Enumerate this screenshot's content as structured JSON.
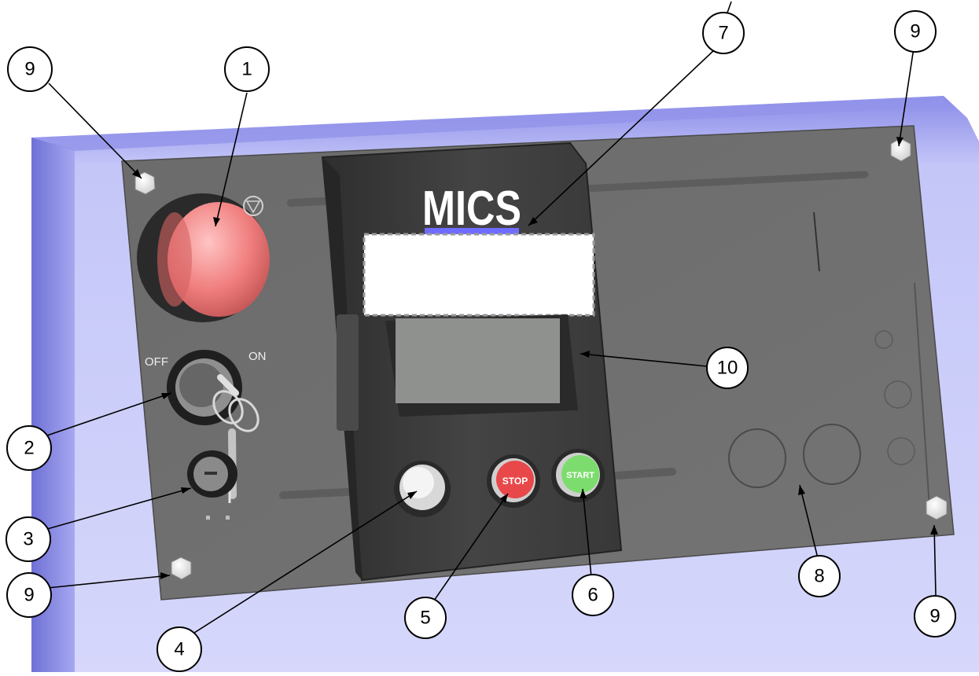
{
  "panel": {
    "brand": "MICS",
    "key_switch": {
      "off_label": "OFF",
      "on_label": "ON"
    },
    "stop_label": "STOP",
    "start_label": "START"
  },
  "callouts": [
    "9",
    "1",
    "7",
    "9",
    "10",
    "2",
    "3",
    "9",
    "4",
    "5",
    "6",
    "8",
    "9"
  ],
  "colors": {
    "housing": "#a9aaf0",
    "faceplate": "#6e6e6e",
    "module": "#3c3c3c",
    "emergency_stop": "#f07d7d",
    "stop_button": "#e8484a",
    "start_button": "#7ddc6e",
    "brand_accent": "#6f6cff",
    "display": "#8f918e"
  }
}
